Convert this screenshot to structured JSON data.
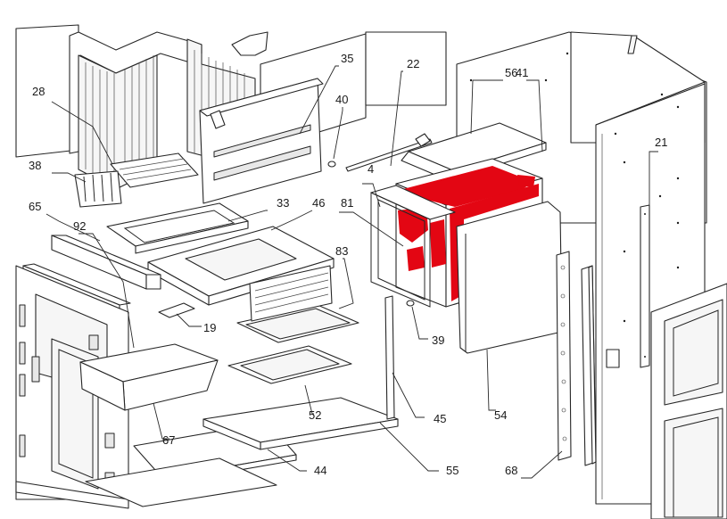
{
  "diagram": {
    "highlight_color": "#e30613",
    "line_color": "#262626",
    "part_numbers": {
      "p28": "28",
      "p38": "38",
      "p65": "65",
      "p92": "92",
      "p35": "35",
      "p40": "40",
      "p22": "22",
      "p56": "56",
      "p41": "41",
      "p21": "21",
      "p33": "33",
      "p46": "46",
      "p4": "4",
      "p81": "81",
      "p83": "83",
      "p19": "19",
      "p39": "39",
      "p67": "67",
      "p52": "52",
      "p45": "45",
      "p54": "54",
      "p44": "44",
      "p55": "55",
      "p68": "68"
    }
  }
}
